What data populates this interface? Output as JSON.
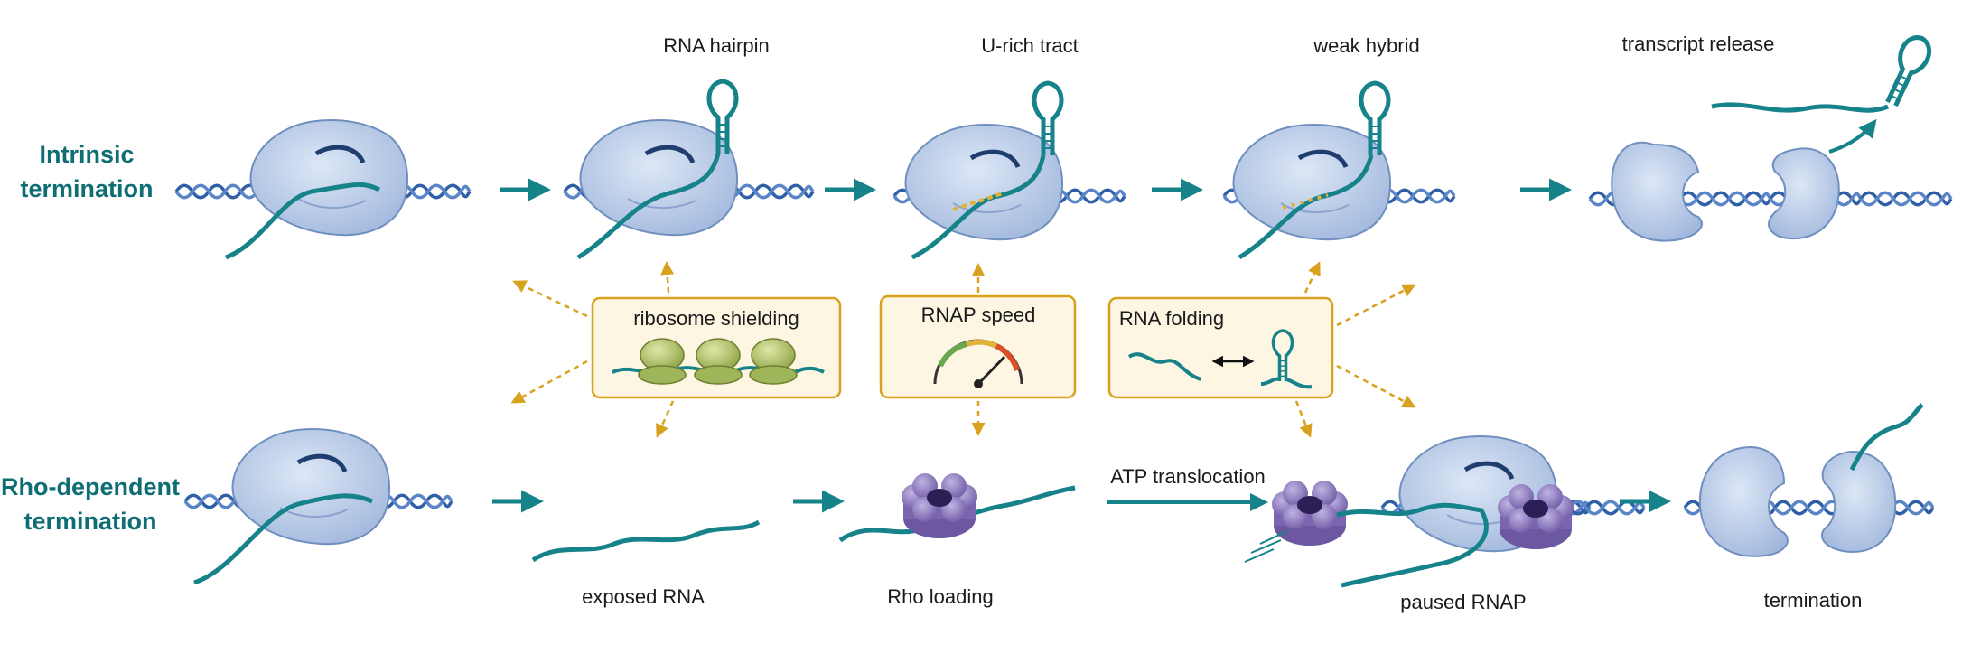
{
  "rows": {
    "intrinsic": {
      "title_line1": "Intrinsic",
      "title_line2": "termination"
    },
    "rho": {
      "title_line1": "Rho-dependent",
      "title_line2": "termination"
    }
  },
  "intrinsic_steps": [
    "RNA hairpin",
    "U-rich tract",
    "weak hybrid",
    "transcript release"
  ],
  "factors": [
    "ribosome shielding",
    "RNAP speed",
    "RNA folding"
  ],
  "rho_steps": {
    "exposed": "exposed RNA",
    "loading": "Rho loading",
    "translocation": "ATP translocation",
    "paused": "paused RNAP",
    "termination": "termination"
  },
  "colors": {
    "teal": "#16828a",
    "rnap_fill": "#b9cbe8",
    "rnap_stroke": "#6f8fbf",
    "dna": "#2f5fa7",
    "factor_box_fill": "#fdf6e3",
    "factor_box_stroke": "#d9a21e",
    "rho_ring": "#8b77bd",
    "ribosome": "#aebf6a"
  }
}
